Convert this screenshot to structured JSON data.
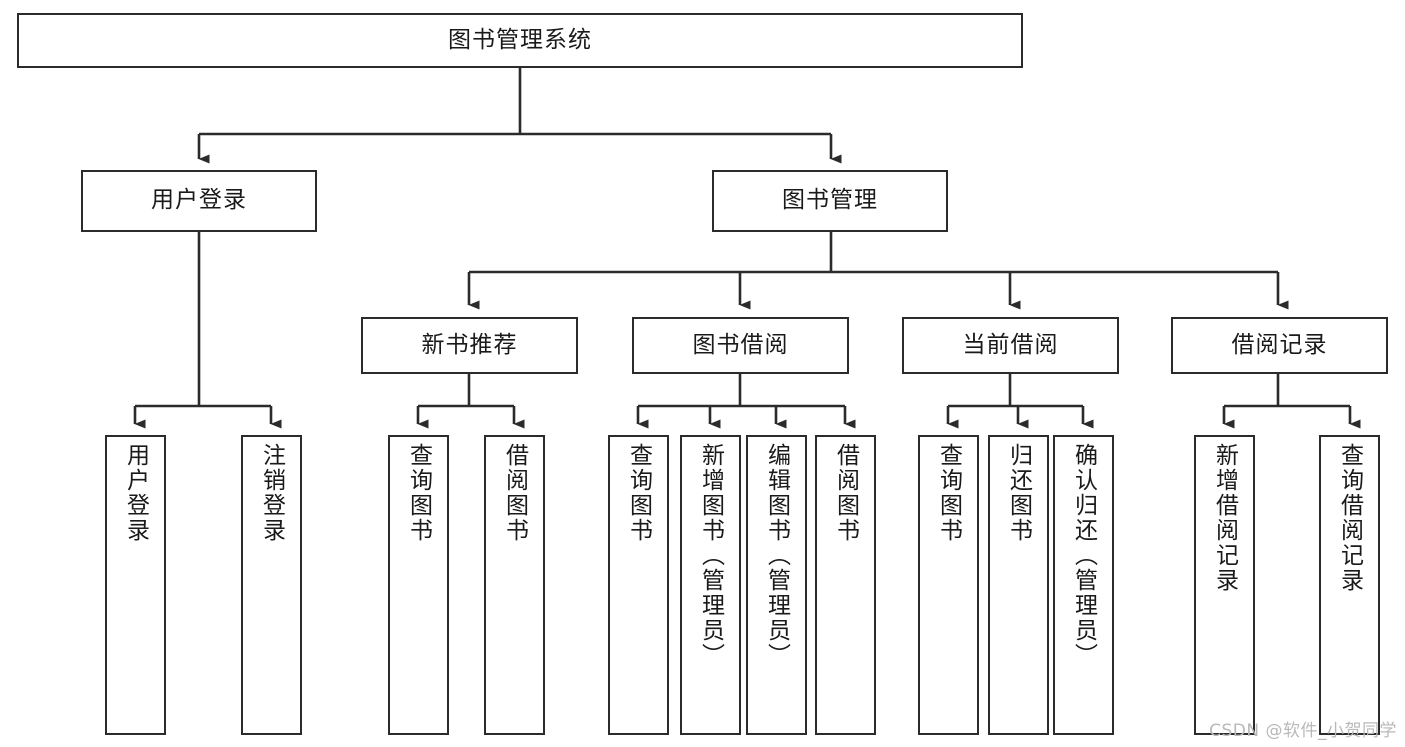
{
  "diagram": {
    "type": "tree-hierarchy",
    "title": "图书管理系统",
    "root": {
      "label": "图书管理系统",
      "children": [
        {
          "label": "用户登录",
          "children": [
            {
              "label": "用户登录"
            },
            {
              "label": "注销登录"
            }
          ]
        },
        {
          "label": "图书管理",
          "children": [
            {
              "label": "新书推荐",
              "children": [
                {
                  "label": "查询图书"
                },
                {
                  "label": "借阅图书"
                }
              ]
            },
            {
              "label": "图书借阅",
              "children": [
                {
                  "label": "查询图书"
                },
                {
                  "label": "新增图书（管理员）"
                },
                {
                  "label": "编辑图书（管理员）"
                },
                {
                  "label": "借阅图书"
                }
              ]
            },
            {
              "label": "当前借阅",
              "children": [
                {
                  "label": "查询图书"
                },
                {
                  "label": "归还图书"
                },
                {
                  "label": "确认归还（管理员）"
                }
              ]
            },
            {
              "label": "借阅记录",
              "children": [
                {
                  "label": "新增借阅记录"
                },
                {
                  "label": "查询借阅记录"
                }
              ]
            }
          ]
        }
      ]
    }
  },
  "nodes": {
    "root": "图书管理系统",
    "user_login": "用户登录",
    "book_manage": "图书管理",
    "new_book_rec": "新书推荐",
    "book_borrow": "图书借阅",
    "current_borrow": "当前借阅",
    "borrow_record": "借阅记录",
    "leaf_user_login": "用户登录",
    "leaf_logout": "注销登录",
    "leaf_query_book_1": "查询图书",
    "leaf_borrow_book_1": "借阅图书",
    "leaf_query_book_2": "查询图书",
    "leaf_add_book_admin": "新增图书（管理员）",
    "leaf_edit_book_admin": "编辑图书（管理员）",
    "leaf_borrow_book_2": "借阅图书",
    "leaf_query_book_3": "查询图书",
    "leaf_return_book": "归还图书",
    "leaf_confirm_return_admin": "确认归还（管理员）",
    "leaf_add_record": "新增借阅记录",
    "leaf_query_record": "查询借阅记录"
  },
  "watermark": {
    "text": "CSDN @软件_小贺同学"
  },
  "colors": {
    "stroke": "#2b2b2b",
    "text": "#1a1a1a",
    "background": "#ffffff",
    "watermark": "#b9b9b9"
  }
}
